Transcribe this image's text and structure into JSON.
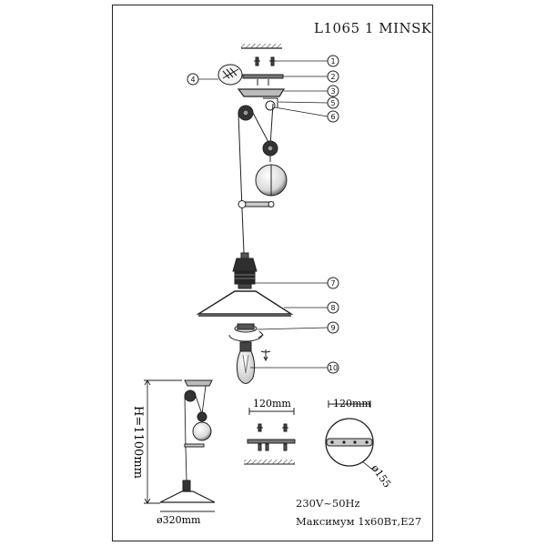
{
  "title": "L1065 1 MINSK",
  "callouts": [
    "1",
    "2",
    "3",
    "4",
    "5",
    "6",
    "7",
    "8",
    "9",
    "10"
  ],
  "dimensions": {
    "height": "H=1100mm",
    "shade_diameter": "ø320mm",
    "mount_spacing_1": "120mm",
    "mount_spacing_2": "120mm",
    "canopy_diameter": "ø155"
  },
  "specs": {
    "voltage": "230V~50Hz",
    "power": "Максимум 1х60Вт,Е27"
  },
  "colors": {
    "line": "#1a1a1a",
    "fill_dark": "#2b2b2b",
    "fill_mid": "#8a8a8a"
  }
}
